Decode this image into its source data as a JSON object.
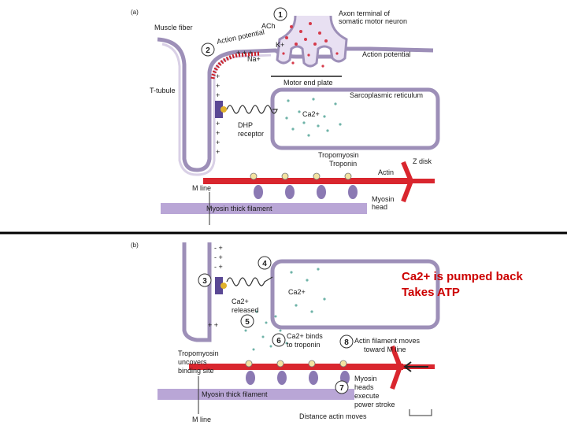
{
  "panel_a": {
    "tag": "(a)",
    "labels": {
      "muscle_fiber": "Muscle fiber",
      "ach": "ACh",
      "axon_terminal_1": "Axon terminal of",
      "axon_terminal_2": "somatic motor neuron",
      "action_potential_curved": "Action potential",
      "k_ion": "K+",
      "na_ion": "Na+",
      "action_potential": "Action potential",
      "motor_end_plate": "Motor end plate",
      "t_tubule": "T-tubule",
      "sarcoplasmic_reticulum": "Sarcoplasmic reticulum",
      "ca2": "Ca2+",
      "dhp_1": "DHP",
      "dhp_2": "receptor",
      "tropomyosin": "Tropomyosin",
      "troponin": "Troponin",
      "z_disk": "Z disk",
      "actin": "Actin",
      "m_line": "M line",
      "myosin_thick_filament": "Myosin thick filament",
      "myosin_head_1": "Myosin",
      "myosin_head_2": "head"
    },
    "steps": [
      "1",
      "2"
    ]
  },
  "panel_b": {
    "tag": "(b)",
    "labels": {
      "ca2": "Ca2+",
      "ca2_released_1": "Ca2+",
      "ca2_released_2": "released",
      "ca2_binds_1": "Ca2+ binds",
      "ca2_binds_2": "to troponin",
      "actin_moves_1": "Actin filament moves",
      "actin_moves_2": "toward M line",
      "tropomyosin_1": "Tropomyosin",
      "tropomyosin_2": "uncovers",
      "tropomyosin_3": "binding site",
      "myosin_thick_filament": "Myosin thick filament",
      "myosin_heads_1": "Myosin",
      "myosin_heads_2": "heads",
      "myosin_heads_3": "execute",
      "myosin_heads_4": "power stroke",
      "distance_actin_moves": "Distance actin moves",
      "m_line": "M line"
    },
    "steps": [
      "3",
      "4",
      "5",
      "6",
      "7",
      "8"
    ]
  },
  "annotation": {
    "line1": "Ca2+ is pumped back",
    "line2": "Takes ATP"
  },
  "colors": {
    "membrane": "#9d8fb8",
    "actin": "#d9262e",
    "myosin_filament": "#b9a6d6",
    "myosin_head": "#8b79b3",
    "calcium": "#6fb3a8",
    "ach_dot": "#d63a4a",
    "divider": "#000000",
    "annotation": "#cc0000"
  }
}
